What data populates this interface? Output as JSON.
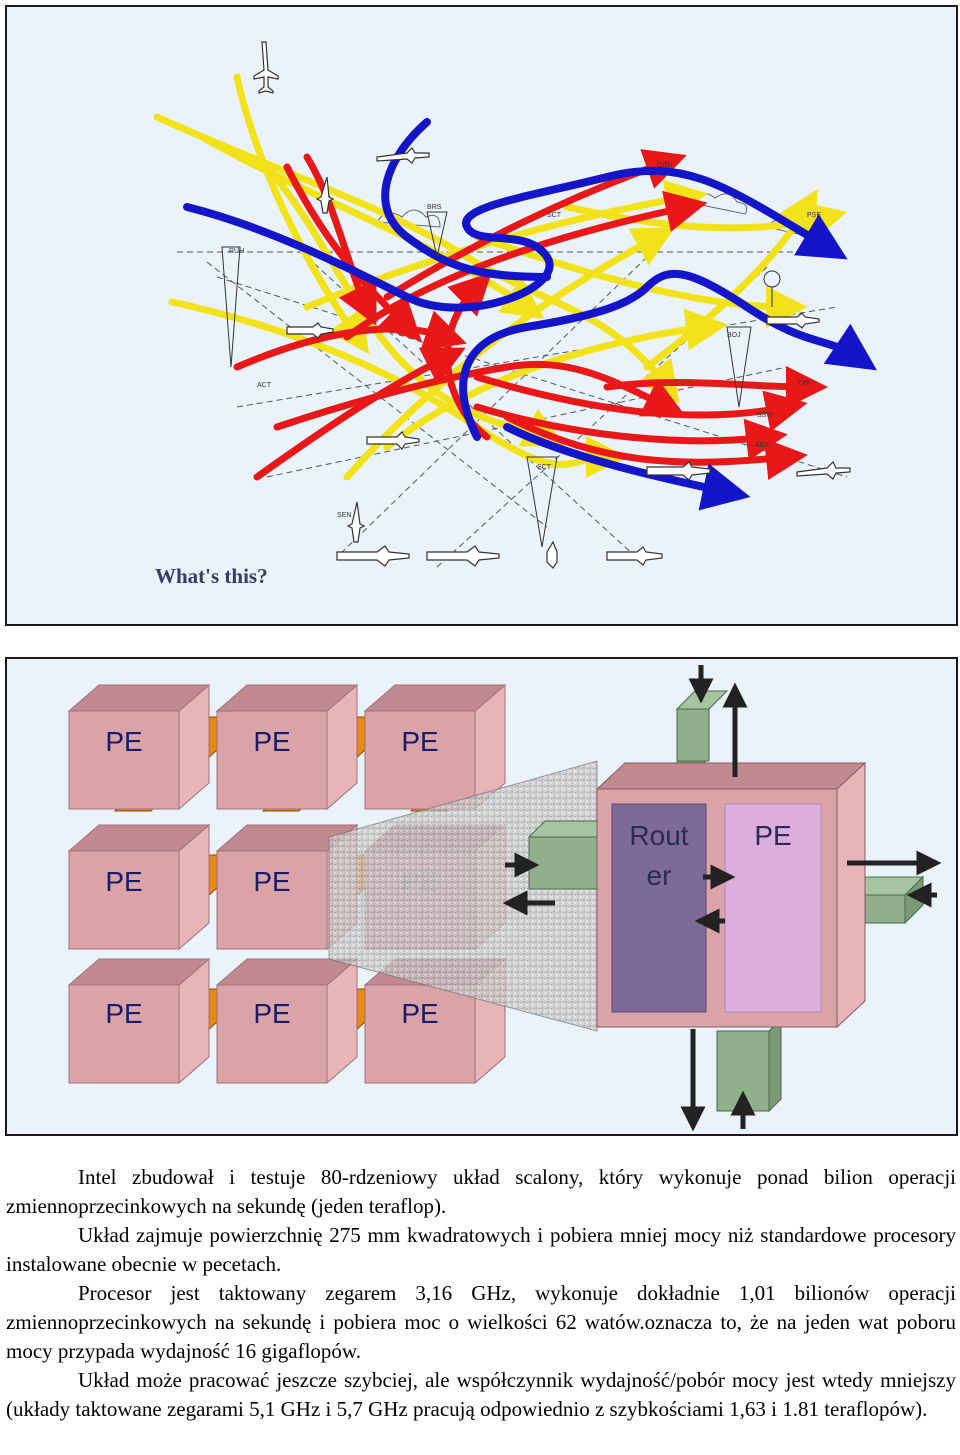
{
  "top_image": {
    "caption": "What's this?"
  },
  "diagram": {
    "pe_label": "PE",
    "router_label_line1": "Rout",
    "router_label_line2": "er",
    "router_pe_label": "PE"
  },
  "body": {
    "paragraphs": [
      "Intel zbudował i testuje 80-rdzeniowy układ scalony, który wykonuje ponad bilion operacji zmiennoprzecinkowych na sekundę (jeden teraflop).",
      "Układ zajmuje powierzchnię 275 mm kwadratowych i pobiera mniej mocy niż standardowe procesory instalowane obecnie w pecetach.",
      "Procesor jest taktowany zegarem 3,16 GHz, wykonuje dokładnie 1,01 bilionów operacji zmiennoprzecinkowych na sekundę i pobiera moc o wielkości 62 watów.oznacza to, że na jeden wat poboru mocy przypada wydajność 16 gigaflopów.",
      "Układ może pracować jeszcze szybciej, ale współczynnik wydajność/pobór mocy jest wtedy mniejszy (układy taktowane zegarami 5,1 GHz i 5,7 GHz pracują odpowiednio z szybkościami 1,63 i 1.81 teraflopów)."
    ]
  },
  "colors": {
    "panel_bg": "#eaf3fb",
    "red_arrow": "#e81818",
    "yellow_arrow": "#f2e21a",
    "blue_arrow": "#1414c8",
    "pe_front": "#d9a3a8",
    "pe_side": "#e8b4b8",
    "pe_top": "#c18a90",
    "router_box": "#7e6a98",
    "router_pe": "#dcaede",
    "link_green": "#8fb08a",
    "link_orange": "#e88a10"
  }
}
